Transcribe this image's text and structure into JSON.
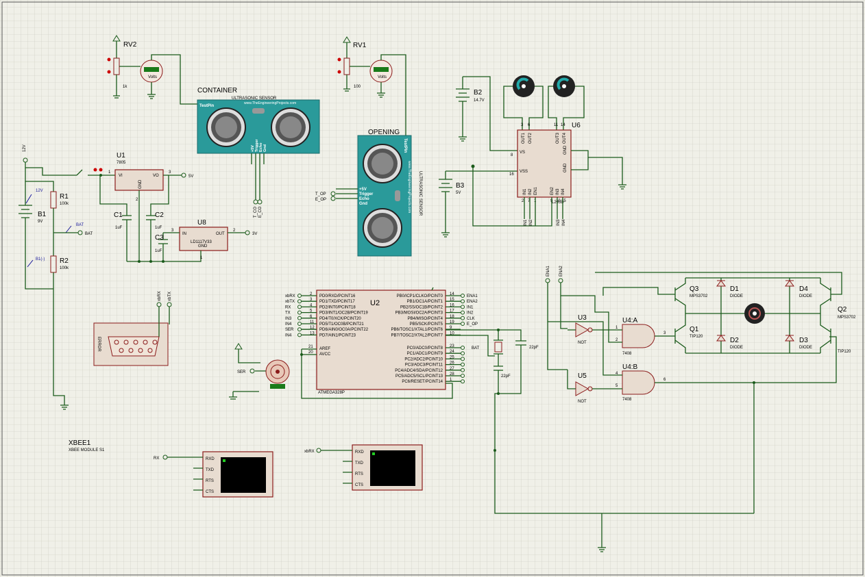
{
  "rv2": {
    "ref": "RV2",
    "value": "1k",
    "meter": "Volts"
  },
  "rv1": {
    "ref": "RV1",
    "value": "100",
    "meter": "Volts"
  },
  "container": {
    "title": "CONTAINER",
    "subtitle": "ULTRASONIC SENSOR",
    "brand": "TestPin",
    "site": "www.TheEngineeringProjects.com",
    "pins": [
      "+5V",
      "Trigger",
      "Echo",
      "Gnd"
    ],
    "nets": [
      "T_CO",
      "E_CO"
    ]
  },
  "opening": {
    "title": "OPENING",
    "subtitle": "ULTRASONIC SENSOR",
    "brand": "TestPin",
    "site": "www.TheEngineeringProjects.com",
    "pins": [
      "+5V",
      "Trigger",
      "Echo",
      "Gnd"
    ],
    "nets": [
      "T_OP",
      "E_OP"
    ]
  },
  "b2": {
    "ref": "B2",
    "value": "14.7V"
  },
  "b3": {
    "ref": "B3",
    "value": "5V"
  },
  "b1": {
    "ref": "B1",
    "value": "9V"
  },
  "u6": {
    "ref": "U6",
    "part": "L293D",
    "pins": {
      "vs": "VS",
      "vss": "VSS",
      "out1": "OUT1",
      "out2": "OUT2",
      "out3": "OUT3",
      "out4": "OUT4",
      "gnd1": "GND",
      "gnd2": "GND",
      "in1": "IN1",
      "in2": "IN2",
      "en1": "EN1",
      "en2": "EN2",
      "in3": "IN3",
      "in4": "IN4"
    },
    "nums": [
      "3",
      "6",
      "11",
      "14",
      "8",
      "16",
      "2",
      "7",
      "1",
      "9",
      "10",
      "15"
    ],
    "nets": [
      "IN1",
      "IN2",
      "IN3",
      "IN4"
    ]
  },
  "power": {
    "v12": "12V",
    "r1": "R1",
    "r1v": "100k",
    "r2": "R2",
    "r2v": "100k",
    "p12": "12V",
    "pbat": "BAT",
    "pb1": "B1(-)",
    "bat": "BAT"
  },
  "u1": {
    "ref": "U1",
    "part": "7805",
    "vi": "VI",
    "vo": "VO",
    "gnd": "GND",
    "n1": "1",
    "n2": "2",
    "n3": "3",
    "out": "5V"
  },
  "caps": {
    "c1": "C1",
    "c1v": "1uF",
    "c2": "C2",
    "c2v": "1uF",
    "c3": "C3",
    "c3v": "1uF"
  },
  "u8": {
    "ref": "U8",
    "part": "LD1117V33",
    "in": "IN",
    "out": "OUT",
    "gnd": "GND",
    "n1": "1",
    "n2": "2",
    "n3": "3",
    "v": "3V"
  },
  "serial": {
    "label": "ERROR",
    "xbRX": "xbRX",
    "xbTX": "xbTX"
  },
  "u2": {
    "ref": "U2",
    "part": "ATMEGA328P",
    "left": [
      "PD0/RXD/PCINT16",
      "PD1/TXD/PCINT17",
      "PD2/INT0/PCINT18",
      "PD3/INT1/OC2B/PCINT19",
      "PD4/T0/XCK/PCINT20",
      "PD5/T1/OC0B/PCINT21",
      "PD6/AIN0/OC0A/PCINT22",
      "PD7/AIN1/PCINT23"
    ],
    "leftNums": [
      "2",
      "3",
      "4",
      "5",
      "6",
      "11",
      "12",
      "13"
    ],
    "leftNets": [
      "xbRX",
      "xbTX",
      "RX",
      "TX",
      "IN3",
      "IN4",
      "SER",
      "IN4"
    ],
    "aref": "AREF",
    "avcc": "AVCC",
    "arefN": "21",
    "avccN": "20",
    "right": [
      "PB0/ICP1/CLKO/PCINT0",
      "PB1/OC1A/PCINT1",
      "PB2/SS/OC1B/PCINT2",
      "PB3/MOSI/OC2A/PCINT3",
      "PB4/MISO/PCINT4",
      "PB5/SCK/PCINT5",
      "PB6/TOSC1/XTAL1/PCINT6",
      "PB7/TOSC2/XTAL2/PCINT7"
    ],
    "rightNums": [
      "14",
      "15",
      "16",
      "17",
      "18",
      "19",
      "9",
      "10"
    ],
    "rightNets": [
      "ENA1",
      "ENA2",
      "IN1",
      "IN2",
      "CLK",
      "E_OP",
      "",
      ""
    ],
    "right2": [
      "PC0/ADC0/PCINT8",
      "PC1/ADC1/PCINT9",
      "PC2/ADC2/PCINT10",
      "PC3/ADC3/PCINT11",
      "PC4/ADC4/SDA/PCINT12",
      "PC5/ADC5/SCL/PCINT13",
      "PC6/RESET/PCINT14"
    ],
    "right2Nums": [
      "23",
      "24",
      "25",
      "26",
      "27",
      "28",
      "1"
    ],
    "pc0net": "BAT"
  },
  "xtal": {
    "c1": "22pF",
    "c2": "22pF"
  },
  "servo": {
    "net": "SER"
  },
  "hbridge": {
    "ena1": "ENA1",
    "ena2": "ENA2",
    "q3": "Q3",
    "q3p": "MPS3702",
    "q1": "Q1",
    "q1p": "TIP120",
    "q2": "Q2",
    "q2p": "MPS3702",
    "q4p": "TIP120",
    "d1": "D1",
    "d2": "D2",
    "d3": "D3",
    "d4": "D4",
    "diode": "DIODE",
    "u3": "U3",
    "u5": "U5",
    "not": "NOT",
    "u4a": "U4:A",
    "u4b": "U4:B",
    "p7408": "7408",
    "n1": "1",
    "n2": "2",
    "n3": "3",
    "n4": "4",
    "n5": "5",
    "n6": "6"
  },
  "xbee": {
    "ref": "XBEE1",
    "part": "XBEE MODULE S1",
    "pins": [
      "RXD",
      "TXD",
      "RTS",
      "CTS"
    ],
    "net1": "RX",
    "net2": "xbRX"
  }
}
